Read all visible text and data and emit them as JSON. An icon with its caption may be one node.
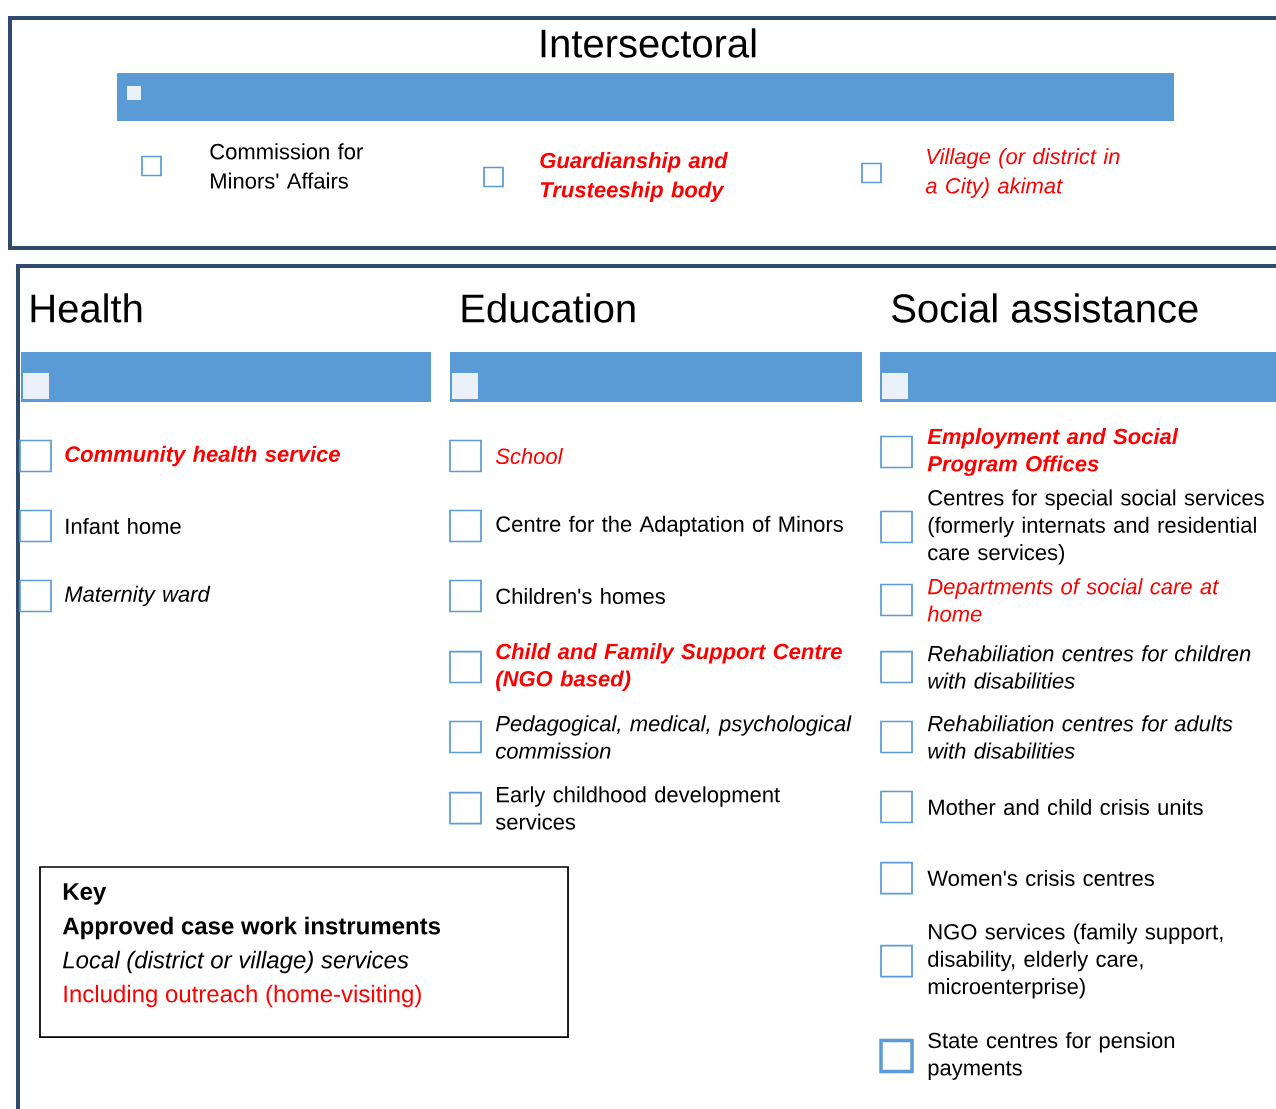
{
  "diagram": {
    "nodes": [
      {
        "text": [
          "Intersectoral"
        ]
      },
      {
        "text": [
          "Commission for Minors' Affairs"
        ],
        "in": 0
      },
      {
        "text": [
          "Guardianship and Trusteeship body"
        ],
        "in": 0
      },
      {
        "text": [
          "Village (or district in a City) akimat"
        ],
        "in": 0
      },
      {
        "text": [
          "Health",
          "Education",
          "Social assistance"
        ]
      },
      {
        "text": [
          "Community health service"
        ],
        "in": 4
      },
      {
        "text": [
          "Infant home"
        ],
        "in": 4
      },
      {
        "text": [
          "Maternity ward"
        ],
        "in": 4
      },
      {
        "text": [
          "School"
        ],
        "in": 4
      },
      {
        "text": [
          "Centre for the Adaptation of Minors"
        ],
        "in": 4
      },
      {
        "text": [
          "Children's homes"
        ],
        "in": 4
      },
      {
        "text": [
          "Child and Family Support Centre (NGO based)"
        ],
        "in": 4
      },
      {
        "text": [
          "Pedagogical, medical, psychological commission"
        ],
        "in": 4
      },
      {
        "text": [
          "Early childhood development services"
        ],
        "in": 4
      },
      {
        "text": [
          "Employment and Social Program Offices"
        ],
        "in": 4
      },
      {
        "text": [
          "Centres for special social services (formerly internats and residential care services)"
        ],
        "in": 4
      },
      {
        "text": [
          "Departments of social care at home"
        ],
        "in": 4
      },
      {
        "text": [
          "Rehabiliation centres for children with disabilities"
        ],
        "in": 4
      },
      {
        "text": [
          "Rehabiliation centres for adults with disabilities"
        ],
        "in": 4
      },
      {
        "text": [
          "Mother and child crisis units"
        ],
        "in": 4
      },
      {
        "text": [
          "Women's crisis centres"
        ],
        "in": 4
      },
      {
        "text": [
          "NGO services (family support, disability, elderly care, microenterprise)"
        ],
        "in": 4
      },
      {
        "text": [
          "State centres for pension payments"
        ],
        "in": 4
      },
      {
        "text": [
          "Key",
          "Approved case work instruments",
          "Local (district or village) services",
          "Including outreach (home-visiting)"
        ],
        "in": 4
      }
    ]
  }
}
